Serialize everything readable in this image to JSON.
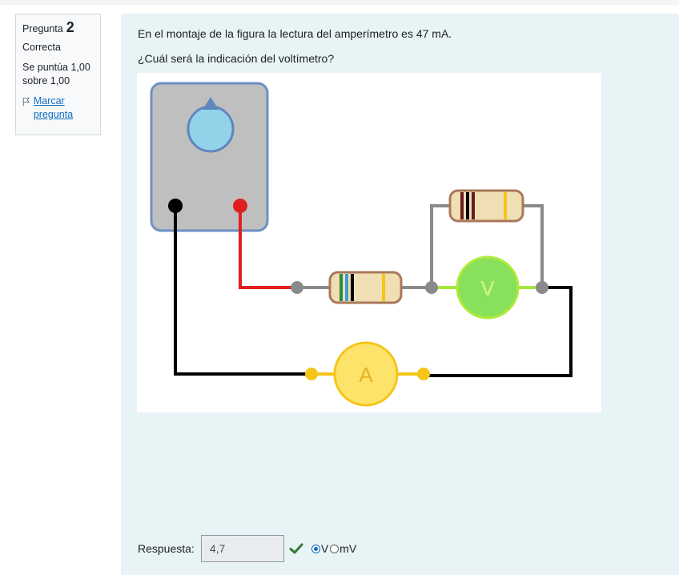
{
  "question_info": {
    "question_word": "Pregunta",
    "question_number": "2",
    "state": "Correcta",
    "grade": "Se puntúa 1,00 sobre 1,00",
    "flag_label": "Marcar pregunta"
  },
  "question": {
    "text_line1": "En el montaje de la figura la lectura del amperímetro es 47 mA.",
    "text_line2": "¿Cuál será la indicación del voltímetro?"
  },
  "figure": {
    "voltmeter_symbol": "V",
    "ammeter_symbol": "A"
  },
  "answer": {
    "label": "Respuesta:",
    "value": "4,7",
    "status": "correct",
    "unit_options": [
      {
        "label": "V",
        "selected": true
      },
      {
        "label": "mV",
        "selected": false
      }
    ]
  },
  "colors": {
    "accent": "#0f6cbf",
    "correct_check": "#357a32",
    "content_bg": "#e7f3f5"
  }
}
